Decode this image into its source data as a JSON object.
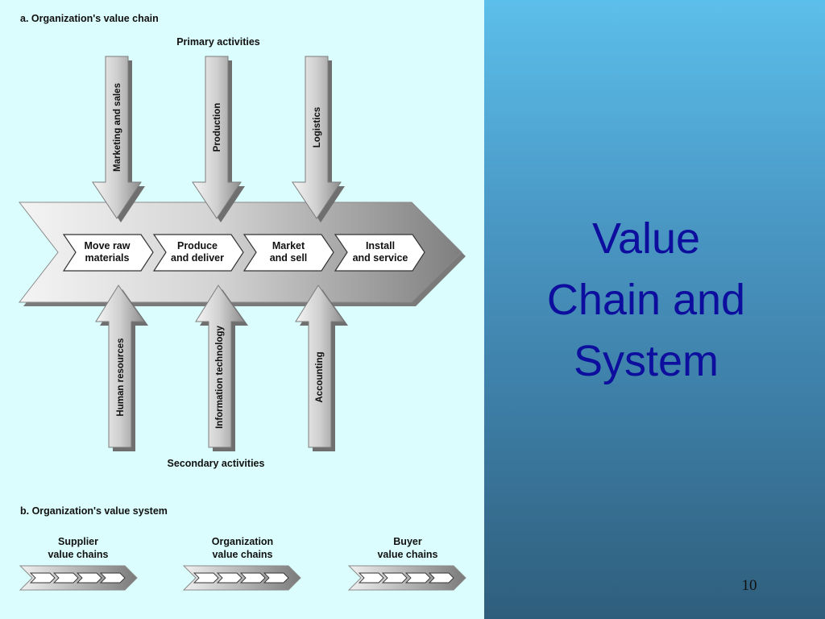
{
  "slide": {
    "title_lines": [
      "Value",
      "Chain and",
      "System"
    ],
    "page_number": "10"
  },
  "value_chain": {
    "heading": "a. Organization's value chain",
    "primary_heading": "Primary activities",
    "secondary_heading": "Secondary activities",
    "primary_activities": [
      "Marketing and sales",
      "Production",
      "Logistics"
    ],
    "secondary_activities": [
      "Human resources",
      "Information technology",
      "Accounting"
    ],
    "steps": [
      [
        "Move raw",
        "materials"
      ],
      [
        "Produce",
        "and deliver"
      ],
      [
        "Market",
        "and sell"
      ],
      [
        "Install",
        "and service"
      ]
    ]
  },
  "value_system": {
    "heading": "b. Organization's value system",
    "chains": [
      [
        "Supplier",
        "value chains"
      ],
      [
        "Organization",
        "value chains"
      ],
      [
        "Buyer",
        "value chains"
      ]
    ]
  }
}
